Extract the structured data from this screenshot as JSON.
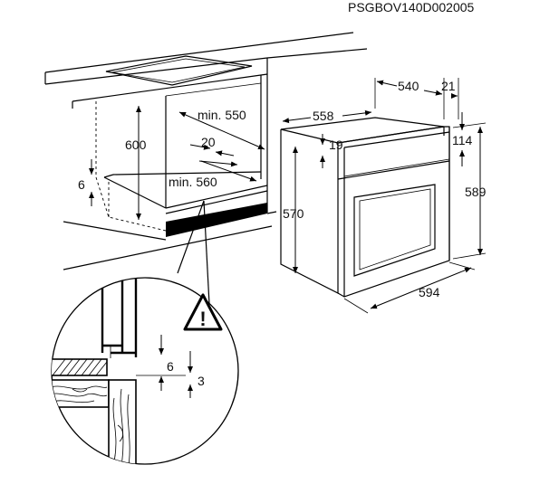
{
  "diagram": {
    "code": "PSGBOV140D002005",
    "dimensions": {
      "cabinet_height": "600",
      "min_width": "min. 550",
      "depth_20": "20",
      "min_depth": "min. 560",
      "shelf_6": "6",
      "oven_width_540": "540",
      "gap_21": "21",
      "oven_depth_558": "558",
      "panel_19": "19",
      "top_114": "114",
      "body_height_570": "570",
      "total_height_589": "589",
      "front_width_594": "594",
      "detail_6": "6",
      "detail_3": "3"
    },
    "warning_symbol": "!"
  }
}
